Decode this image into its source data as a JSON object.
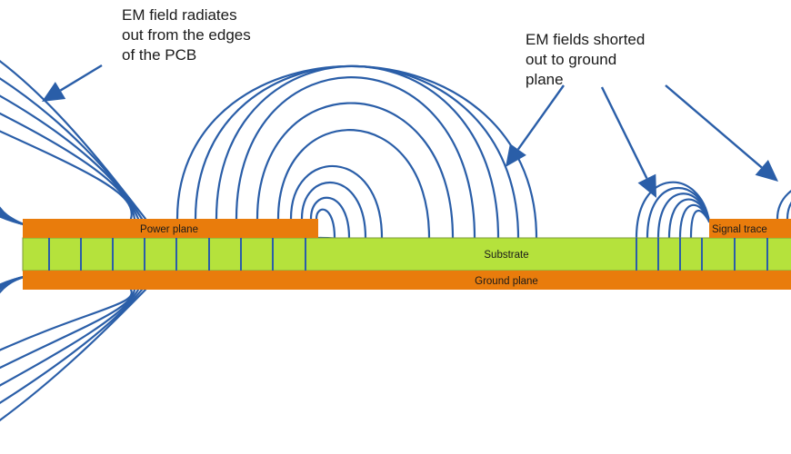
{
  "annotations": {
    "radiate": "EM field radiates\nout from the edges\nof the PCB",
    "shorted": "EM fields shorted\nout to ground\nplane"
  },
  "layers": {
    "power_plane": "Power plane",
    "substrate": "Substrate",
    "ground_plane": "Ground plane",
    "signal_trace": "Signal trace"
  },
  "colors": {
    "copper": "#e97c0c",
    "substrate": "#b5e23c",
    "field_line": "#2a5ea8",
    "arrow": "#2a5ea8"
  }
}
